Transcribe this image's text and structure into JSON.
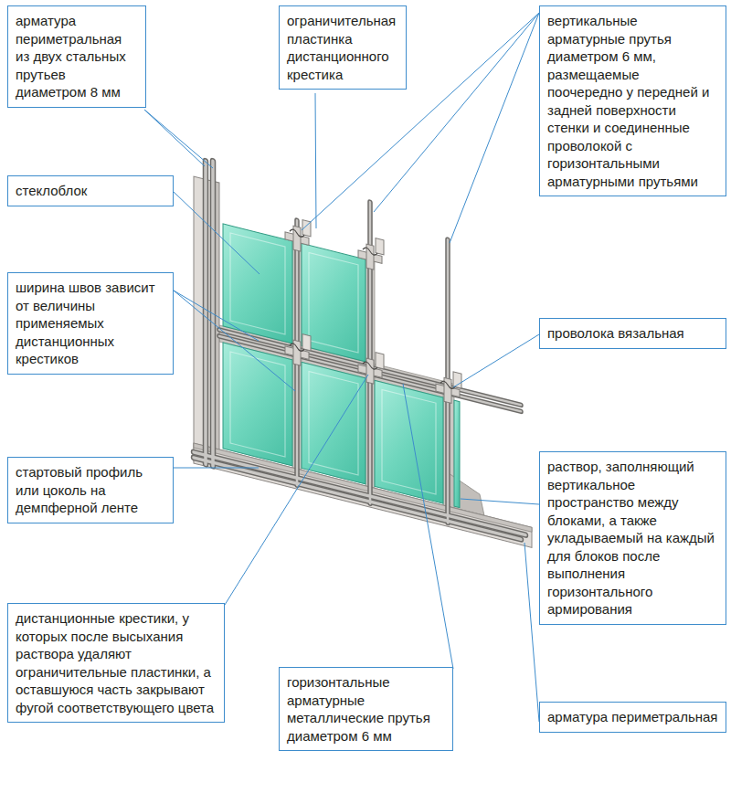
{
  "diagram": {
    "nodes": [
      {
        "text": [
          "арматура периметральная из двух стальных прутьев диаметром 8 мм"
        ]
      },
      {
        "text": [
          "ограничительная пластинка дистанционного крестика"
        ]
      },
      {
        "text": [
          "вертикальные арматурные прутья диаметром 6 мм, размещаемые поочередно у передней и задней поверхности стенки и соединенные проволокой с горизонтальными арматурными прутьями"
        ]
      },
      {
        "text": [
          "стеклоблок"
        ]
      },
      {
        "text": [
          "ширина швов зависит от величины применяемых дистанционных крестиков"
        ]
      },
      {
        "text": [
          "проволока вязальная"
        ]
      },
      {
        "text": [
          "стартовый профиль или цоколь на демпферной ленте"
        ]
      },
      {
        "text": [
          "раствор, заполняющий вертикальное пространство между блоками, а также укладываемый на каждый для блоков после выполнения горизонтального армирования"
        ]
      },
      {
        "text": [
          "дистанционные крестики, у которых после высыхания раствора удаляют ограничительные пластинки, а оставшуюся часть закрывают фугой соответствующего цвета"
        ]
      },
      {
        "text": [
          "горизонтальные арматурные металлические прутья диаметром 6 мм"
        ]
      },
      {
        "text": [
          "арматура периметральная"
        ]
      }
    ]
  }
}
